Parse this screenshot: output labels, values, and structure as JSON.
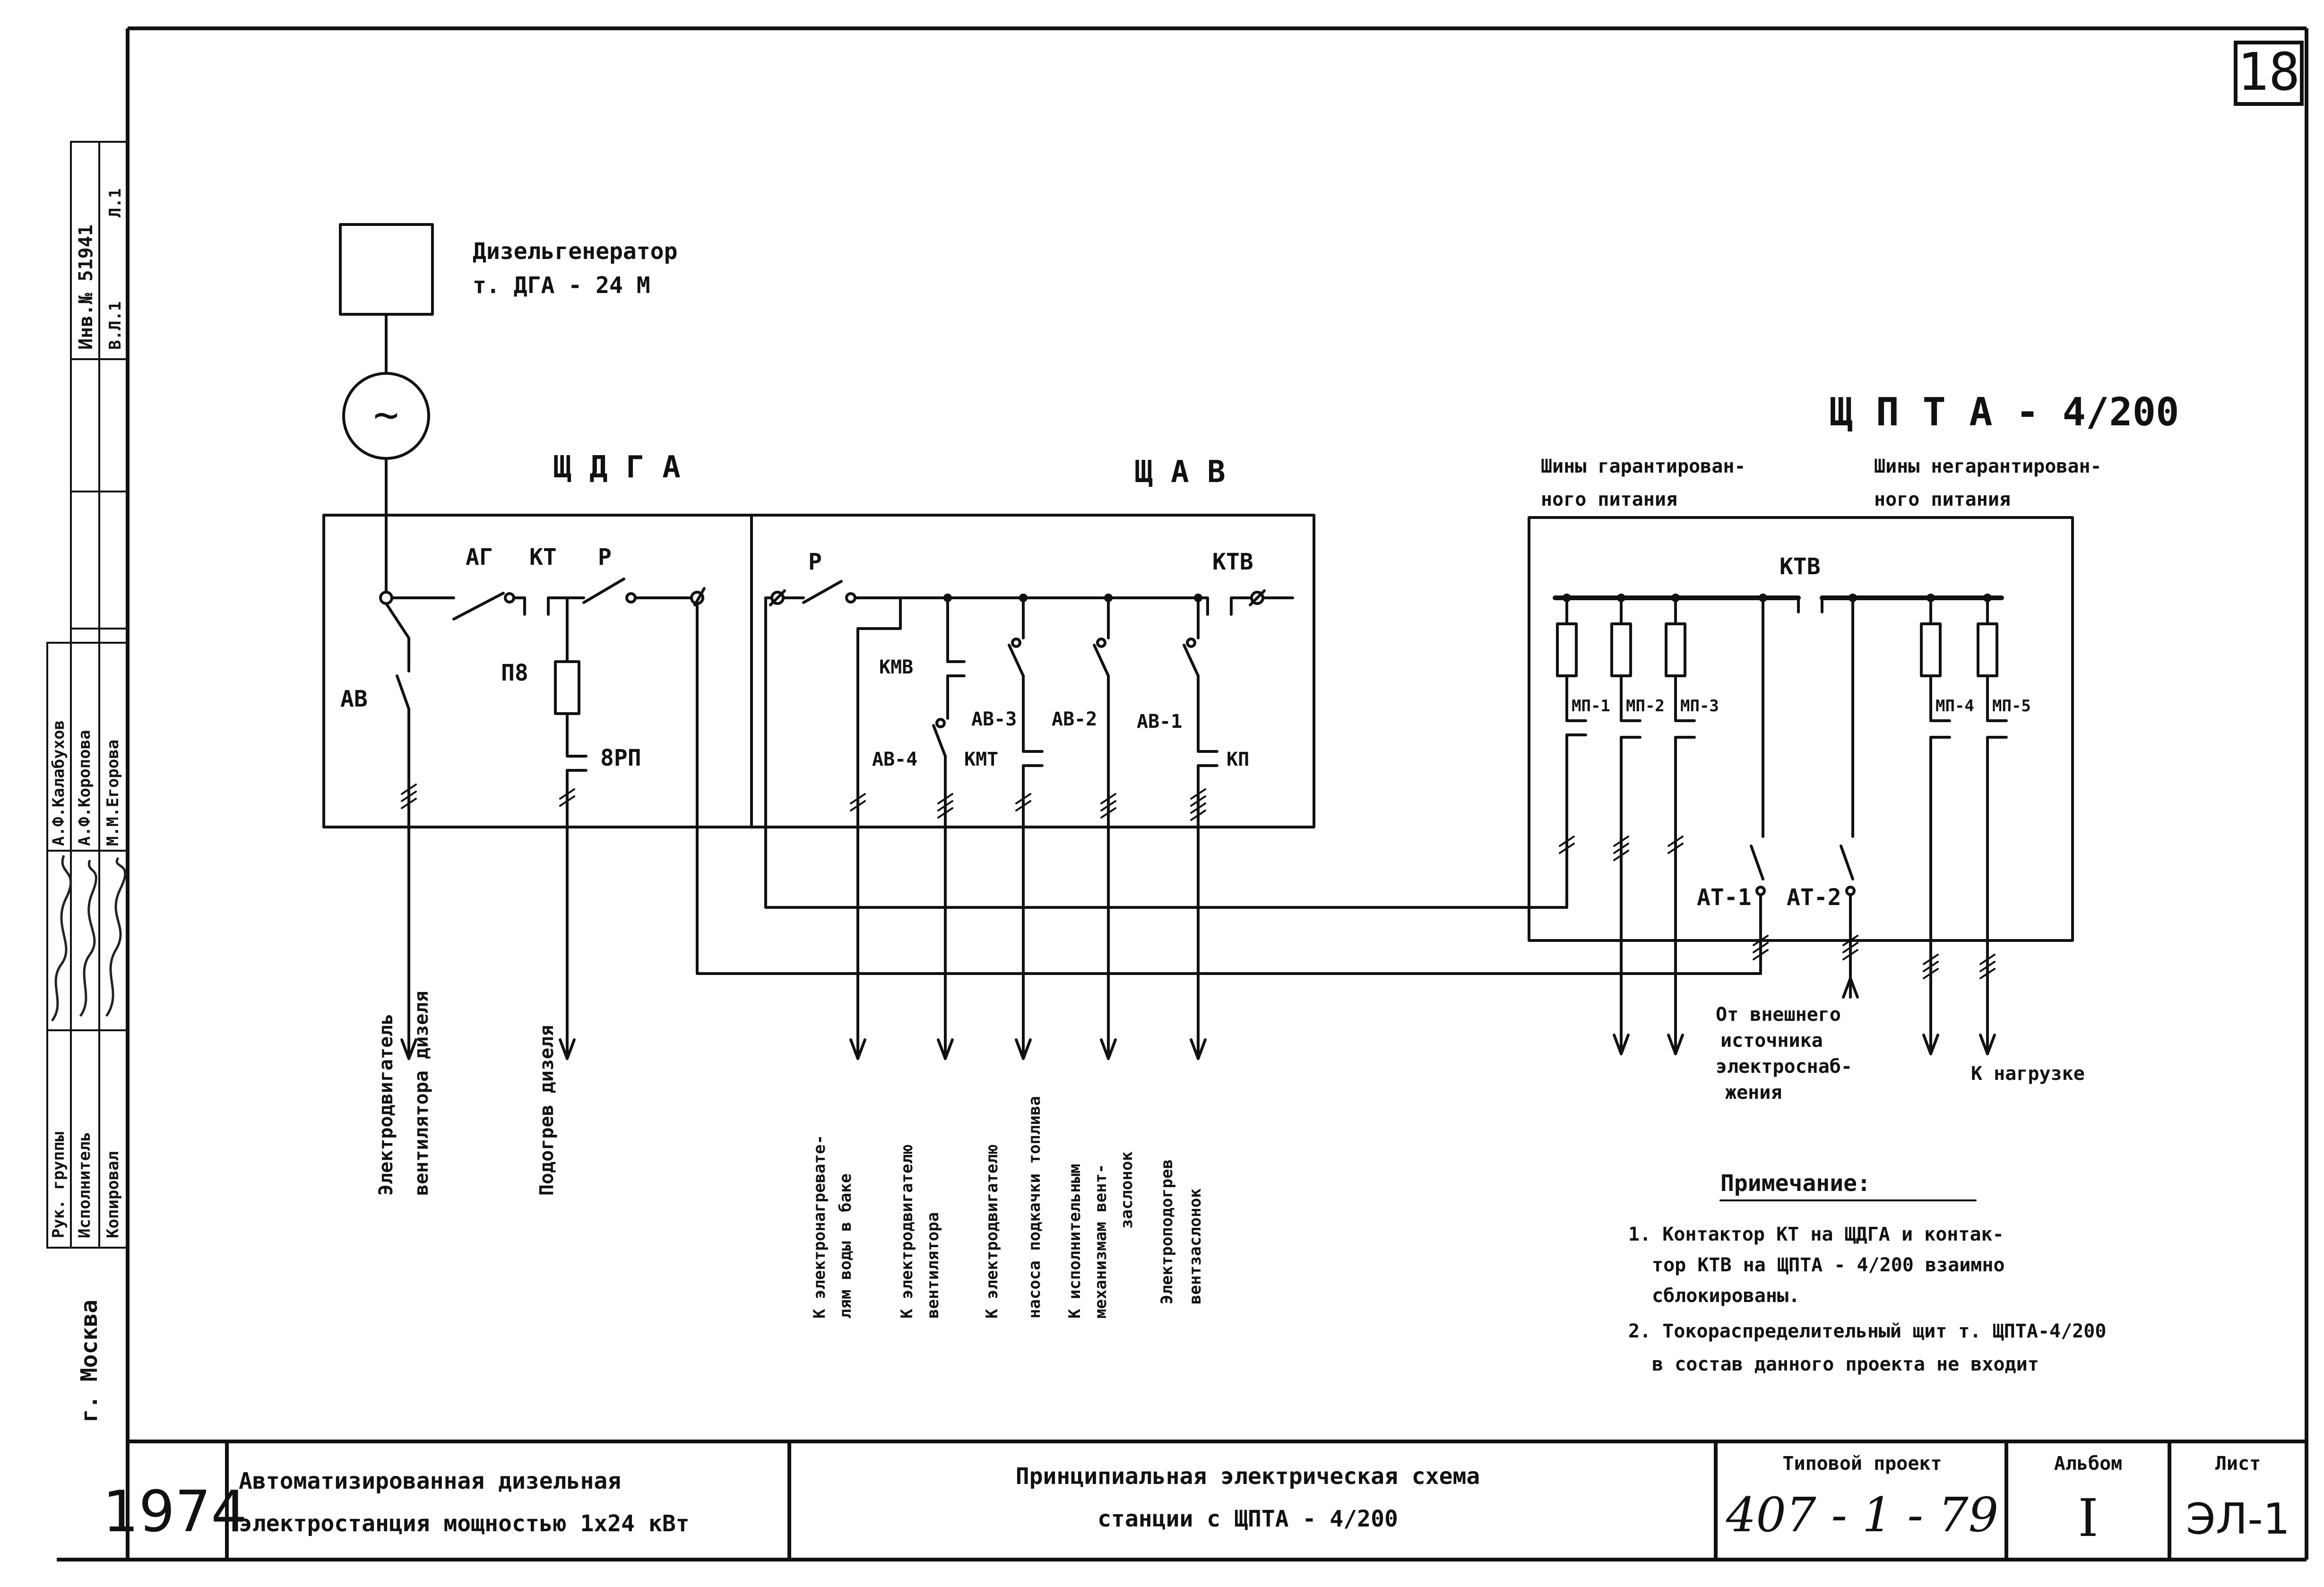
{
  "sheet": {
    "number": "18"
  },
  "diagram": {
    "generator": {
      "title": "Дизельгенератор",
      "type": "т. ДГА - 24 М",
      "symbol": "~"
    },
    "panel_shdga": {
      "title": "Щ Д Г А",
      "av": "АВ",
      "ag": "АГ",
      "kt": "КТ",
      "r": "Р",
      "p8": "П8",
      "vrp": "8РП"
    },
    "panel_shchav": {
      "title": "Щ А В",
      "r": "Р",
      "ktv": "КТВ",
      "kmv": "КМВ",
      "av4": "АВ-4",
      "av3": "АВ-3",
      "av2": "АВ-2",
      "av1": "АВ-1",
      "kmt": "КМТ",
      "kp": "КП"
    },
    "panel_shpta": {
      "title": "Щ П Т А - 4/200",
      "bus_guaranteed_1": "Шины гарантирован-",
      "bus_guaranteed_2": "ного питания",
      "bus_nonguaranteed_1": "Шины негарантирован-",
      "bus_nonguaranteed_2": "ного питания",
      "ktv": "КТВ",
      "mp1": "МП-1",
      "mp2": "МП-2",
      "mp3": "МП-3",
      "mp4": "МП-4",
      "mp5": "МП-5",
      "at1": "АТ-1",
      "at2": "АТ-2"
    },
    "outputs": {
      "fan_motor_1": "Электродвигатель",
      "fan_motor_2": "вентилятора дизеля",
      "diesel_heating": "Подогрев дизеля",
      "water_heater_1": "К электронагревате-",
      "water_heater_2": "лям воды в баке",
      "fan_drive_1": "К электродвигателю",
      "fan_drive_2": "вентилятора",
      "pump_1": "К электродвигателю",
      "pump_2": "насоса подкачки топлива",
      "damper_mech_1": "К исполнительным",
      "damper_mech_2": "механизмам вент-",
      "damper_mech_3": "заслонок",
      "damper_heat_1": "Электроподогрев",
      "damper_heat_2": "вентзаслонок",
      "external_1": "От внешнего",
      "external_2": "источника",
      "external_3": "электроснаб-",
      "external_4": "жения",
      "load": "К нагрузке"
    },
    "note": {
      "title": "Примечание:",
      "line1": "1. Контактор КТ на ЩДГА и контак-",
      "line2": "тор КТВ на ЩПТА - 4/200 взаимно",
      "line3": "сблокированы.",
      "line4": "2. Токораспределительный щит т. ЩПТА-4/200",
      "line5": "в состав данного проекта не входит"
    }
  },
  "side_block": {
    "inv": "Инв.№ 51941",
    "vl": "В.Л.1",
    "l": "Л.1",
    "roles": [
      "Рук. группы",
      "Исполнитель",
      "Копировал"
    ],
    "names": [
      "А.Ф.Калабухов",
      "А.Ф.Коропова",
      "М.М.Егорова"
    ],
    "city": "г. Москва"
  },
  "title_block": {
    "year": "1974",
    "org_line1": "Автоматизированная дизельная",
    "org_line2": "электростанция мощностью 1х24 кВт",
    "title_line1": "Принципиальная электрическая схема",
    "title_line2": "станции с ЩПТА - 4/200",
    "project_label": "Типовой проект",
    "project_value": "407 - 1 - 79",
    "album_label": "Альбом",
    "album_value": "I",
    "sheet_label": "Лист",
    "sheet_value": "ЭЛ-1"
  }
}
